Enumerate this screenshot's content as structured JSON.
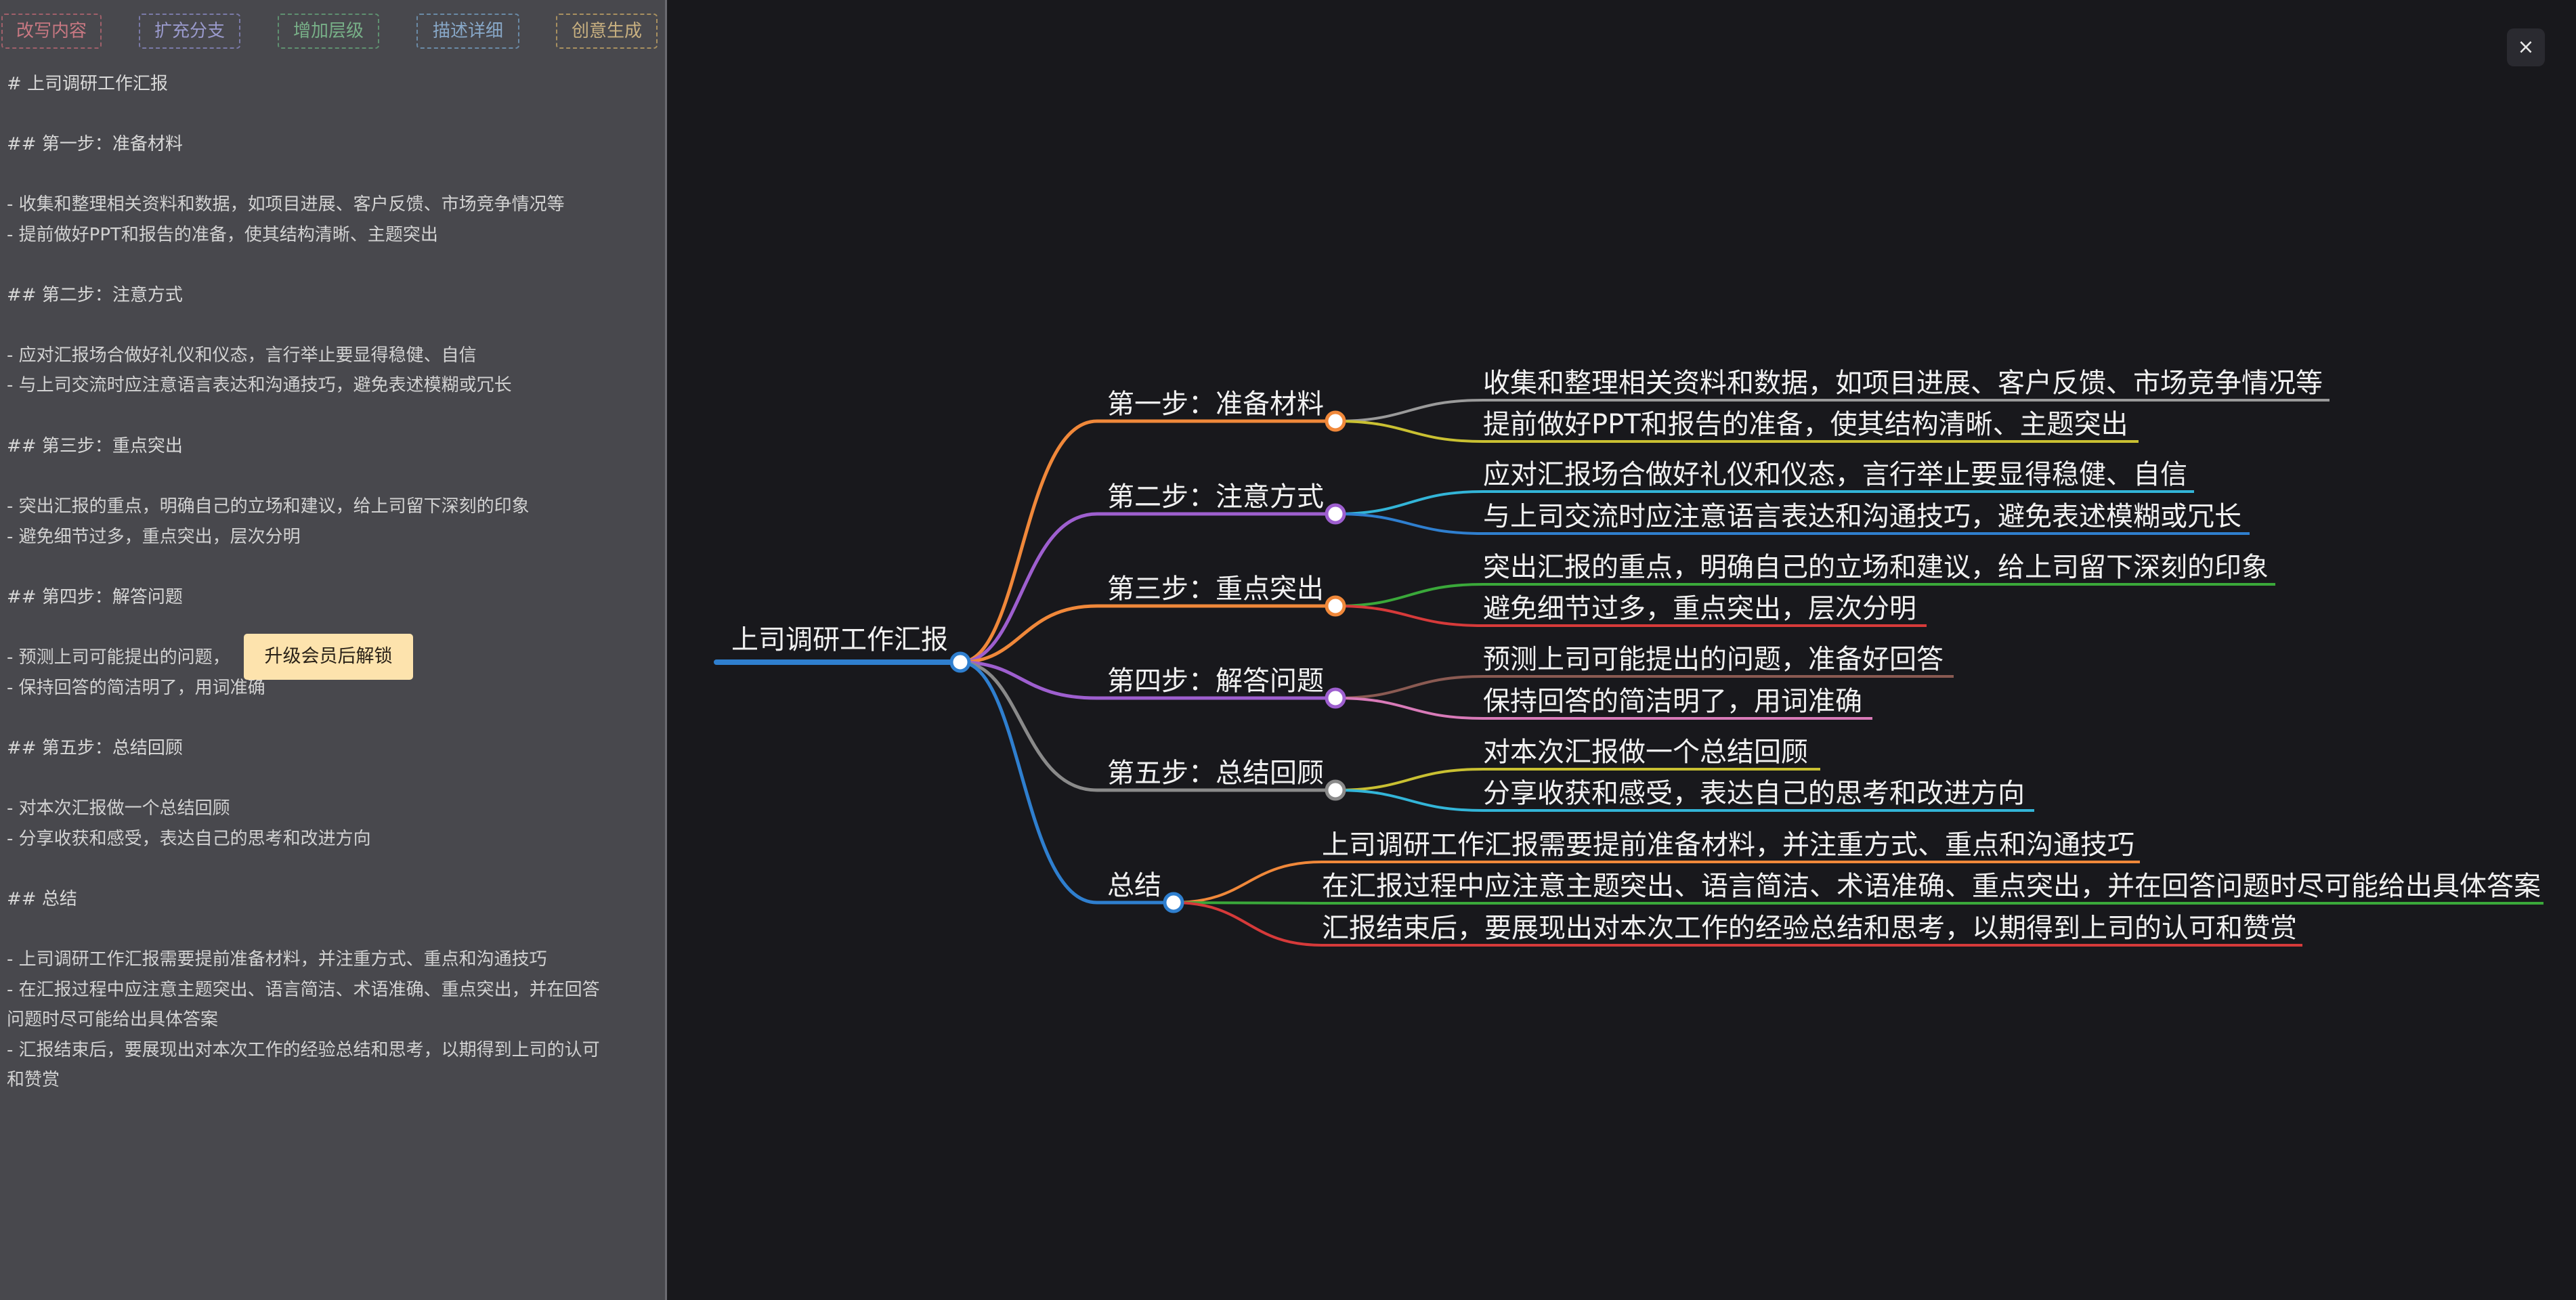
{
  "toolbar": {
    "rewrite": "改写内容",
    "expand": "扩充分支",
    "add_level": "增加层级",
    "describe": "描述详细",
    "creative": "创意生成"
  },
  "markdown_lines": [
    "# 上司调研工作汇报",
    "## 第一步：准备材料",
    "- 收集和整理相关资料和数据，如项目进展、客户反馈、市场竞争情况等",
    "- 提前做好PPT和报告的准备，使其结构清晰、主题突出",
    "## 第二步：注意方式",
    "- 应对汇报场合做好礼仪和仪态，言行举止要显得稳健、自信",
    "- 与上司交流时应注意语言表达和沟通技巧，避免表述模糊或冗长",
    "## 第三步：重点突出",
    "- 突出汇报的重点，明确自己的立场和建议，给上司留下深刻的印象",
    "- 避免细节过多，重点突出，层次分明",
    "## 第四步：解答问题",
    "- 预测上司可能提出的问题，",
    "- 保持回答的简洁明了，用词准确",
    "## 第五步：总结回顾",
    "- 对本次汇报做一个总结回顾",
    "- 分享收获和感受，表达自己的思考和改进方向",
    "## 总结",
    "- 上司调研工作汇报需要提前准备材料，并注重方式、重点和沟通技巧",
    "- 在汇报过程中应注意主题突出、语言简洁、术语准确、重点突出，并在回答",
    "问题时尽可能给出具体答案",
    "- 汇报结束后，要展现出对本次工作的经验总结和思考，以期得到上司的认可",
    "和赞赏"
  ],
  "unlock_badge": "升级会员后解锁",
  "close_label": "×",
  "mindmap": {
    "root": "上司调研工作汇报",
    "root_color": "#2f7fcf",
    "branches": [
      {
        "label": "第一步：准备材料",
        "color": "#f0883a",
        "children": [
          {
            "text": "收集和整理相关资料和数据，如项目进展、客户反馈、市场竞争情况等",
            "color": "#9a9a9a"
          },
          {
            "text": "提前做好PPT和报告的准备，使其结构清晰、主题突出",
            "color": "#c9c032"
          }
        ]
      },
      {
        "label": "第二步：注意方式",
        "color": "#9e5fcf",
        "children": [
          {
            "text": "应对汇报场合做好礼仪和仪态，言行举止要显得稳健、自信",
            "color": "#33b5d8"
          },
          {
            "text": "与上司交流时应注意语言表达和沟通技巧，避免表述模糊或冗长",
            "color": "#2f7fcf"
          }
        ]
      },
      {
        "label": "第三步：重点突出",
        "color": "#f0883a",
        "children": [
          {
            "text": "突出汇报的重点，明确自己的立场和建议，给上司留下深刻的印象",
            "color": "#3aa83a"
          },
          {
            "text": "避免细节过多，重点突出，层次分明",
            "color": "#d63a3a"
          }
        ]
      },
      {
        "label": "第四步：解答问题",
        "color": "#9e5fcf",
        "children": [
          {
            "text": "预测上司可能提出的问题，准备好回答",
            "color": "#8a5a52"
          },
          {
            "text": "保持回答的简洁明了，用词准确",
            "color": "#d87ab8"
          }
        ]
      },
      {
        "label": "第五步：总结回顾",
        "color": "#8a8a8a",
        "children": [
          {
            "text": "对本次汇报做一个总结回顾",
            "color": "#c9c032"
          },
          {
            "text": "分享收获和感受，表达自己的思考和改进方向",
            "color": "#33b5d8"
          }
        ]
      },
      {
        "label": "总结",
        "color": "#2f7fcf",
        "children": [
          {
            "text": "上司调研工作汇报需要提前准备材料，并注重方式、重点和沟通技巧",
            "color": "#f0883a"
          },
          {
            "text": "在汇报过程中应注意主题突出、语言简洁、术语准确、重点突出，并在回答问题时尽可能给出具体答案",
            "color": "#3aa83a"
          },
          {
            "text": "汇报结束后，要展现出对本次工作的经验总结和思考，以期得到上司的认可和赞赏",
            "color": "#d63a3a"
          }
        ]
      }
    ]
  }
}
